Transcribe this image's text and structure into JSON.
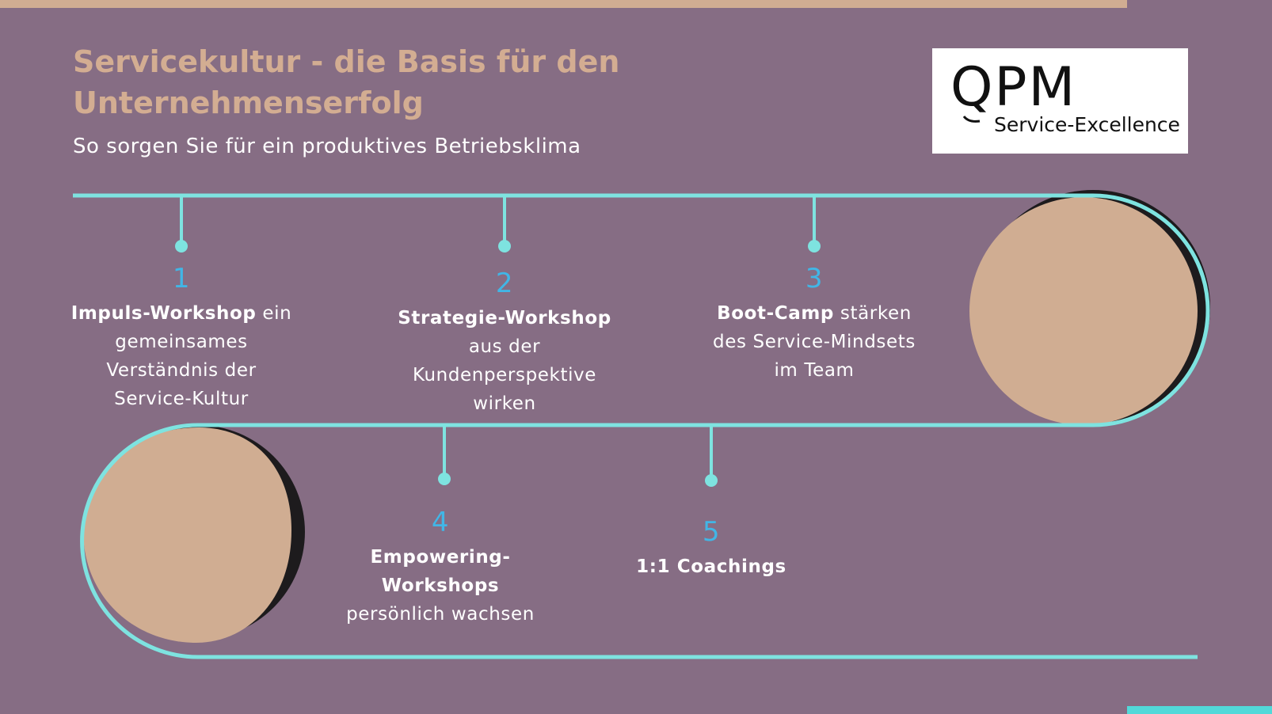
{
  "header": {
    "title": "Servicekultur - die Basis für den Unternehmenserfolg",
    "subtitle": "So sorgen Sie für ein produktives Betriebsklima"
  },
  "logo": {
    "mark": "QPM",
    "tagline": "Service-Excellence"
  },
  "steps": [
    {
      "number": "1",
      "title": "Impuls-Workshop",
      "text": " ein gemeinsames Verständnis der Service-Kultur"
    },
    {
      "number": "2",
      "title": "Strategie-Workshop",
      "text": " aus der Kundenperspektive wirken"
    },
    {
      "number": "3",
      "title": "Boot-Camp",
      "text": " stärken des Service-Mindsets im Team"
    },
    {
      "number": "4",
      "title": "Empowering-Workshops",
      "text": " persönlich wachsen"
    },
    {
      "number": "5",
      "title": "1:1 Coachings",
      "text": ""
    }
  ],
  "colors": {
    "background": "#866d84",
    "accent_sand": "#d3ad92",
    "line_cyan": "#7ee3e0",
    "number_blue": "#41b6e6",
    "text_white": "#ffffff"
  }
}
